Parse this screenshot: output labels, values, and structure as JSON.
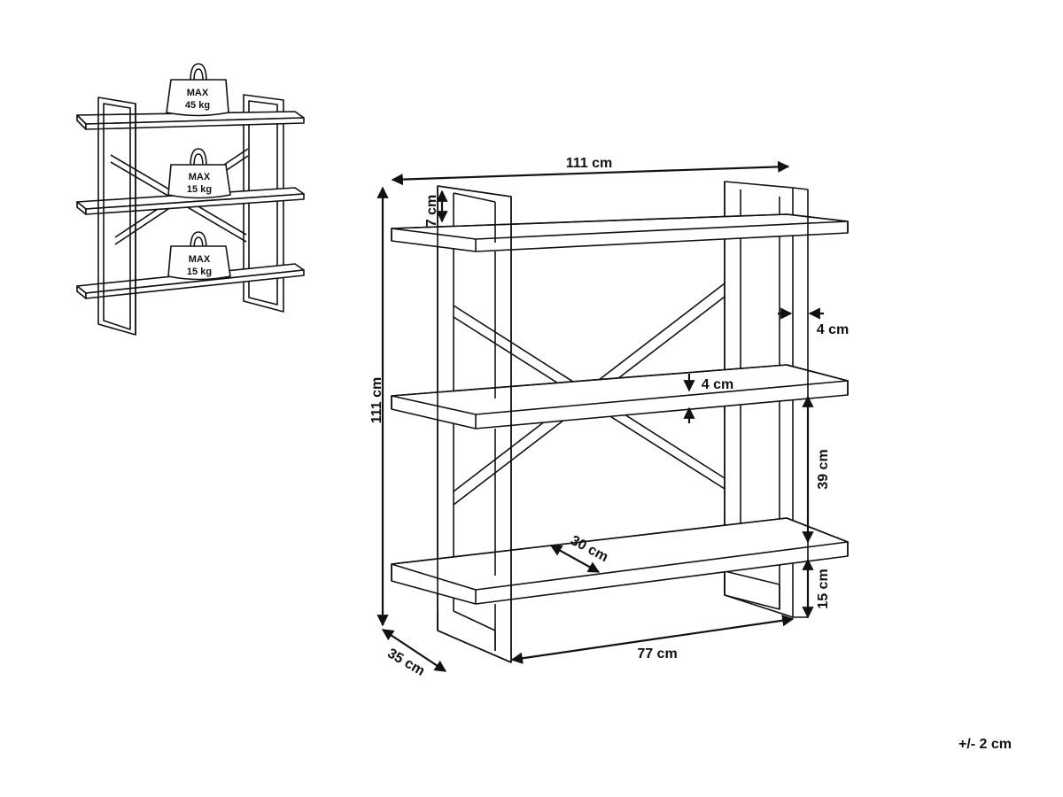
{
  "dimensions": {
    "overall_width": "111 cm",
    "overall_height": "111 cm",
    "depth": "35 cm",
    "top_overhang": "7 cm",
    "frame_width": "4 cm",
    "shelf_thickness": "4 cm",
    "shelf_spacing": "39 cm",
    "bottom_clearance": "15 cm",
    "shelf_depth": "30 cm",
    "inner_width": "77 cm"
  },
  "tolerance": "+/- 2 cm",
  "load_limits": [
    {
      "line1": "MAX",
      "line2": "45 kg"
    },
    {
      "line1": "MAX",
      "line2": "15 kg"
    },
    {
      "line1": "MAX",
      "line2": "15 kg"
    }
  ]
}
